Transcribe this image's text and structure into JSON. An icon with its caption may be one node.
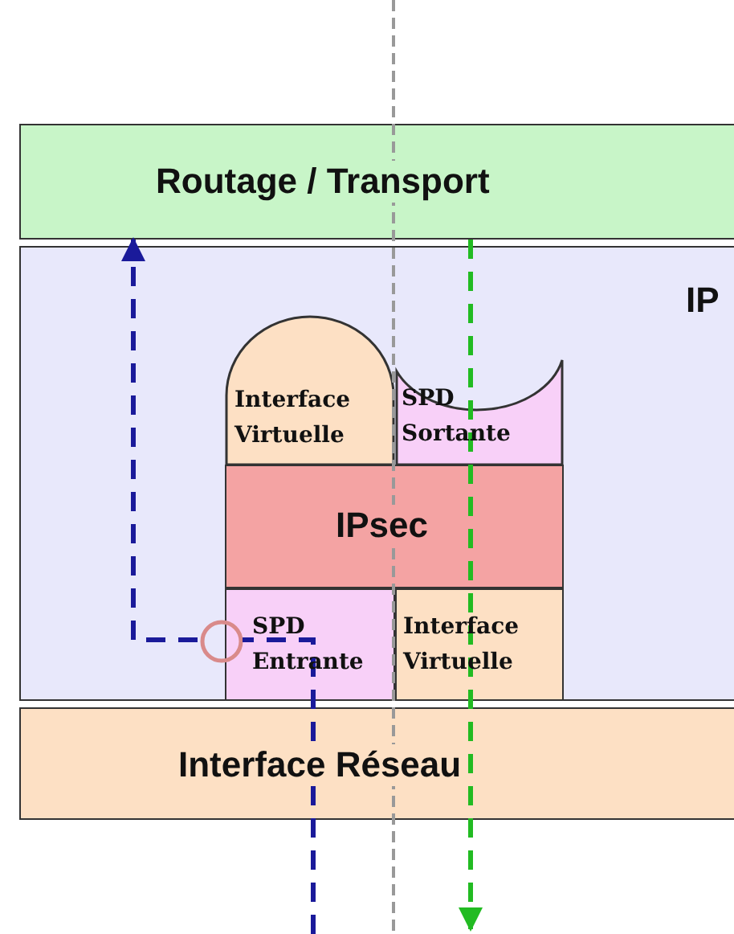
{
  "diagram": {
    "nodes": [
      {
        "text": [
          "Routage / Transport"
        ]
      },
      {
        "text": [
          "IP"
        ]
      },
      {
        "text": [
          "Interface Virtuelle"
        ],
        "in": 1
      },
      {
        "text": [
          "SPD Sortante"
        ],
        "in": 1
      },
      {
        "text": [
          "IPsec"
        ],
        "in": 1
      },
      {
        "text": [
          "SPD Entrante"
        ],
        "in": 1
      },
      {
        "text": [
          "Interface Virtuelle"
        ],
        "in": 1
      },
      {
        "text": [
          "Interface Réseau"
        ]
      },
      {
        "text": [],
        "shape": "circle",
        "in": 1
      }
    ],
    "edges": [
      {
        "from": null,
        "to": 8,
        "arrow": "none",
        "style": "dashed",
        "color": "#1a1a9a"
      },
      {
        "from": 8,
        "to": 0,
        "arrow": "to",
        "style": "dashed",
        "color": "#1a1a9a"
      },
      {
        "from": 0,
        "to": null,
        "arrow": "to",
        "style": "dashed",
        "color": "#22bb22"
      }
    ]
  }
}
